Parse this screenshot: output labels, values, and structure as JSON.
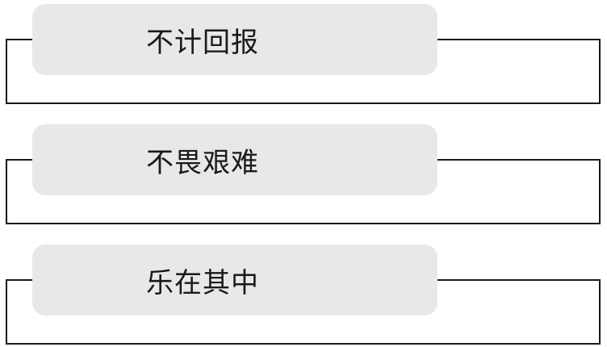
{
  "items": [
    {
      "label": "不计回报"
    },
    {
      "label": "不畏艰难"
    },
    {
      "label": "乐在其中"
    }
  ]
}
